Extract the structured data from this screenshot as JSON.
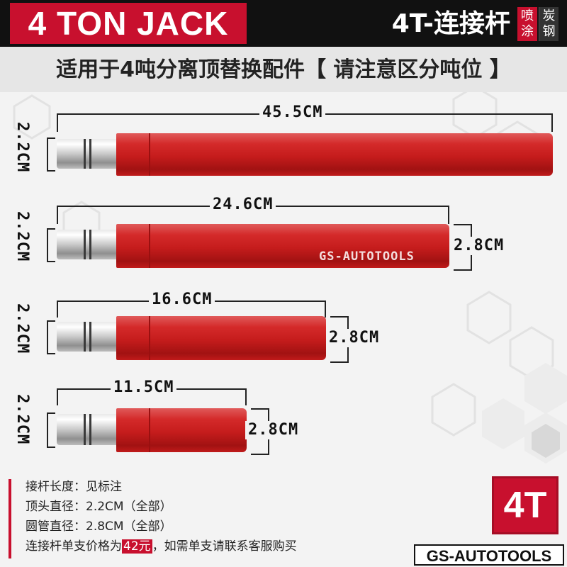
{
  "header": {
    "title": "4 TON JACK",
    "subtitle": "4T-连接杆",
    "badge_left": "喷涂",
    "badge_right": "炭钢"
  },
  "banner": "适用于4吨分离顶替换配件【 请注意区分吨位 】",
  "watermark": "GS-AUTOTOOLS",
  "rods": [
    {
      "length": "45.5CM",
      "tip_diameter": "2.2CM",
      "tube_diameter": ""
    },
    {
      "length": "24.6CM",
      "tip_diameter": "2.2CM",
      "tube_diameter": "2.8CM"
    },
    {
      "length": "16.6CM",
      "tip_diameter": "2.2CM",
      "tube_diameter": "2.8CM"
    },
    {
      "length": "11.5CM",
      "tip_diameter": "2.2CM",
      "tube_diameter": "2.8CM"
    }
  ],
  "specs": {
    "line1": "接杆长度：见标注",
    "line2": "顶头直径：2.2CM（全部）",
    "line3": "圆管直径：2.8CM（全部）",
    "line4_prefix": "连接杆单支价格为",
    "line4_price": "42元",
    "line4_suffix": "，如需单支请联系客服购买"
  },
  "tonnage_badge": "4T",
  "brand": "GS-AUTOTOOLS",
  "colors": {
    "accent_red": "#c8102e",
    "tube_red": "#c51c1c",
    "header_black": "#111111"
  }
}
